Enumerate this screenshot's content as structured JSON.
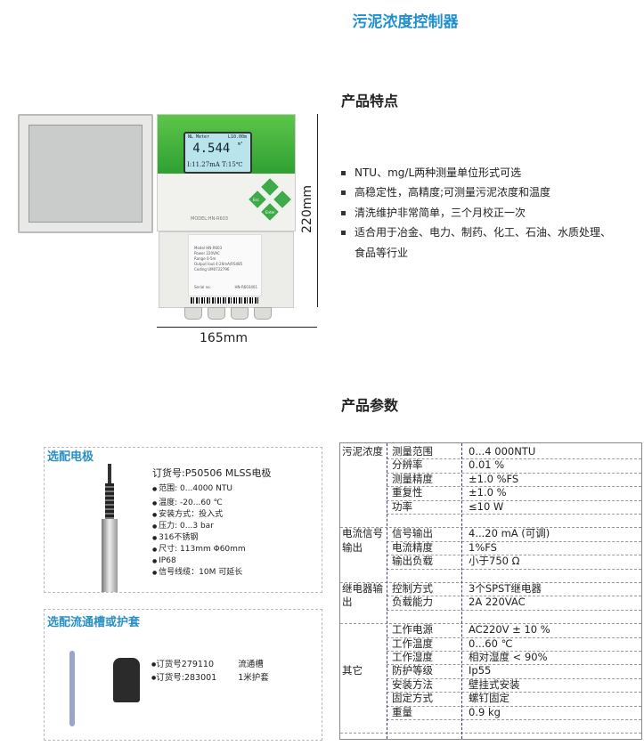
{
  "title": "污泥浓度控制器",
  "features": {
    "heading": "产品特点",
    "items": [
      "NTU、mg/L两种测量单位形式可选",
      "高稳定性，高精度;可测量污泥浓度和温度",
      "清洗维护非常简单，三个月校正一次",
      "适合用于冶金、电力、制药、化工、石油、水质处理、",
      "食品等行业"
    ]
  },
  "device": {
    "lcd_top_left": "NL Meter",
    "lcd_top_right": "L10.00m",
    "lcd_value": "4.544",
    "lcd_unit": "m³",
    "lcd_bottom": "I:11.27mA T:15℃",
    "model": "MODEL:HN-R603",
    "keys": [
      "Esc",
      "Enter"
    ],
    "nameplate": [
      "Model    HN-R603",
      "Power    220VAC",
      "Range    0-5m",
      "Output   Iout 4-20mA/RS485",
      "Coding   UM0722796"
    ],
    "serial": "Serial  no.",
    "serial_no": "HN-R603401",
    "height_dim": "220mm",
    "width_dim": "165mm"
  },
  "params_heading": "产品参数",
  "electrode": {
    "title": "选配电极",
    "order": "订货号:P50506  MLSS电极",
    "specs": [
      "范围: 0...4000 NTU",
      "温度: -20...60 ℃",
      "安装方式：投入式",
      "压力: 0...3 bar",
      "316不锈钢",
      "尺寸: 113mm Φ60mm",
      "IP68",
      "信号线缆：10M 可延长"
    ]
  },
  "accessory": {
    "title": "选配流通槽或护套",
    "items": [
      {
        "order": "订货号279110",
        "name": "流通槽"
      },
      {
        "order": "订货号:283001",
        "name": "1米护套"
      }
    ]
  },
  "spec_table": [
    {
      "group": "污泥浓度",
      "rows": [
        [
          "测量范围",
          "0...4 000NTU"
        ],
        [
          "分辨率",
          "0.01 %"
        ],
        [
          "测量精度",
          "±1.0 %FS"
        ],
        [
          "重复性",
          "±1.0 %"
        ],
        [
          "功率",
          "≤10 W"
        ],
        [
          "",
          ""
        ]
      ]
    },
    {
      "group": "电流信号输出",
      "rows": [
        [
          "信号输出",
          "4...20 mA (可调)"
        ],
        [
          "电流精度",
          "1%FS"
        ],
        [
          "输出负载",
          "小于750 Ω"
        ],
        [
          "",
          ""
        ]
      ]
    },
    {
      "group": "继电器输出",
      "rows": [
        [
          "控制方式",
          "3个SPST继电器"
        ],
        [
          "负载能力",
          "2A  220VAC"
        ],
        [
          "",
          ""
        ]
      ]
    },
    {
      "group": "其它",
      "rows": [
        [
          "工作电源",
          "AC220V ± 10 %"
        ],
        [
          "工作温度",
          "0...60 ℃"
        ],
        [
          "工作湿度",
          "相对湿度 < 90%"
        ],
        [
          "防护等级",
          "Ip55"
        ],
        [
          "安装方法",
          "壁挂式安装"
        ],
        [
          "固定方式",
          "螺钉固定"
        ],
        [
          "重量",
          "0.9 kg"
        ],
        [
          "",
          ""
        ]
      ]
    }
  ]
}
